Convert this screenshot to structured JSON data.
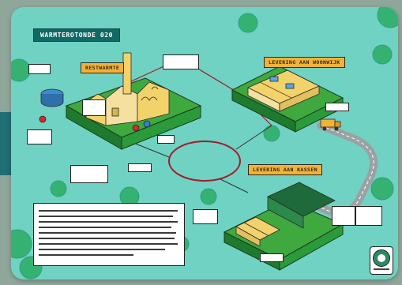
{
  "diagram": {
    "title": "WARMTEROTONDE 020",
    "banners": {
      "source": "RESTWARMTE",
      "residential": "LEVERING AAN WOONWIJK",
      "greenhouse": "LEVERING AAN KASSEN"
    },
    "colors": {
      "background": "#6fd2c2",
      "grass": "#3fa83f",
      "platform_side": "#1e7a2e",
      "road": "#9aa2a4",
      "loop": "#a31c2c",
      "banner": "#f4b234",
      "building": "#f2d36b"
    },
    "icons": [
      "tree-icon",
      "water-tank-icon",
      "factory-icon",
      "house-row-icon",
      "truck-icon",
      "greenhouse-icon",
      "valve-icon",
      "pipe-loop-icon",
      "logo-badge-icon"
    ]
  }
}
